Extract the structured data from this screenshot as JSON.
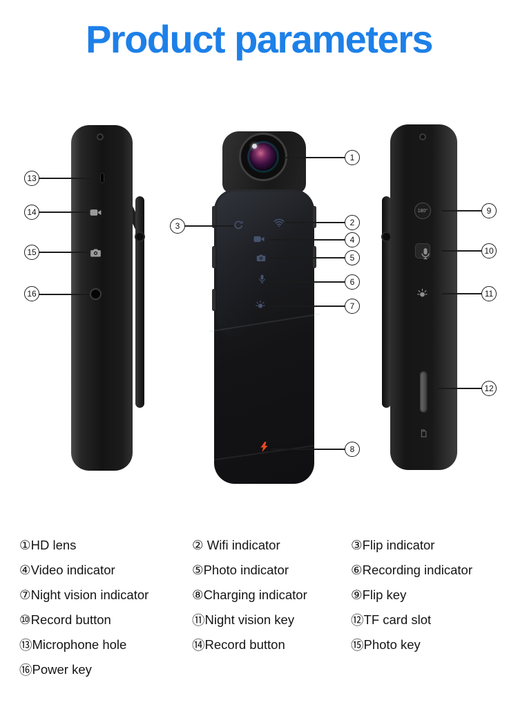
{
  "title": "Product parameters",
  "colors": {
    "title_blue": "#1d80e8",
    "charging_bolt": "#e8491d",
    "device_black": "#161616"
  },
  "right_device": {
    "flip_key_label": "180°"
  },
  "callouts": [
    "1",
    "2",
    "3",
    "4",
    "5",
    "6",
    "7",
    "8",
    "9",
    "10",
    "11",
    "12",
    "13",
    "14",
    "15",
    "16"
  ],
  "legend": {
    "items": [
      {
        "num": "①",
        "label": "HD lens"
      },
      {
        "num": "②",
        "label": " Wifi indicator"
      },
      {
        "num": "③",
        "label": "Flip indicator"
      },
      {
        "num": "④",
        "label": "Video indicator"
      },
      {
        "num": "⑤",
        "label": "Photo indicator"
      },
      {
        "num": "⑥",
        "label": "Recording indicator"
      },
      {
        "num": "⑦",
        "label": "Night vision indicator"
      },
      {
        "num": "⑧",
        "label": "Charging indicator"
      },
      {
        "num": "⑨",
        "label": "Flip key"
      },
      {
        "num": "⑩",
        "label": "Record button"
      },
      {
        "num": "⑪",
        "label": "Night vision key"
      },
      {
        "num": "⑫",
        "label": "TF card slot"
      },
      {
        "num": "⑬",
        "label": "Microphone hole"
      },
      {
        "num": "⑭",
        "label": "Record button"
      },
      {
        "num": "⑮",
        "label": "Photo key"
      },
      {
        "num": "⑯",
        "label": "Power key"
      }
    ]
  }
}
